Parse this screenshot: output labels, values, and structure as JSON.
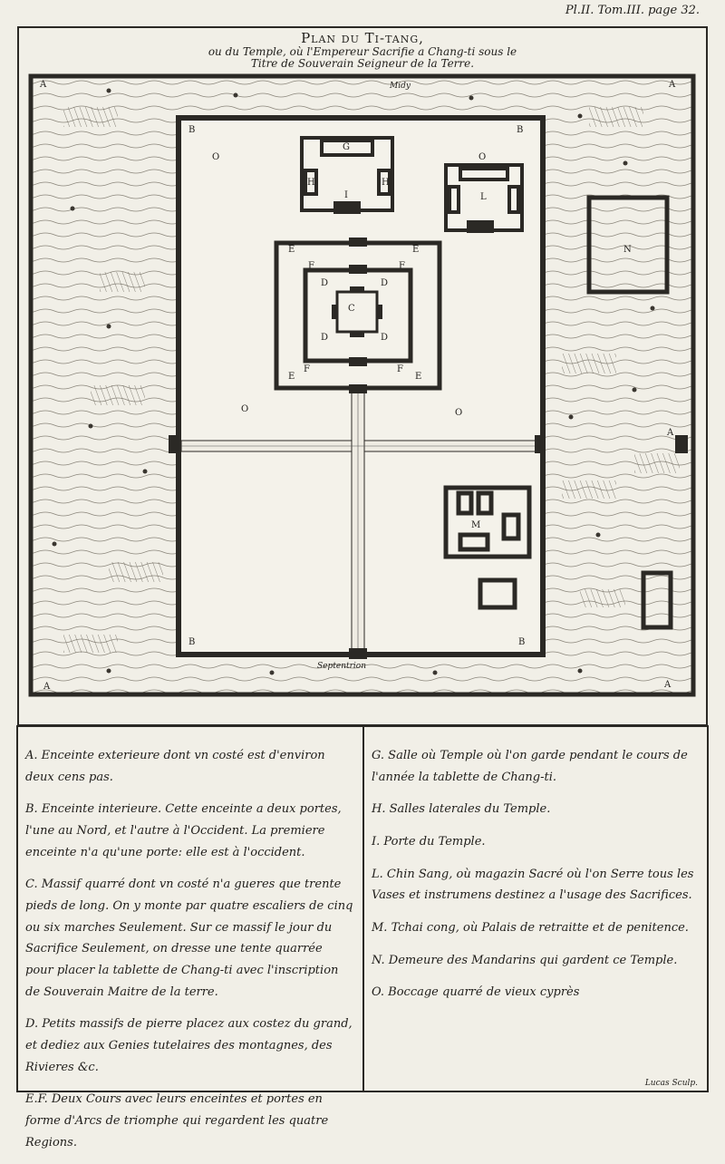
{
  "header": {
    "plate_ref": "Pl.II. Tom.III. page 32."
  },
  "title": {
    "main": "Plan du Ti-tang,",
    "sub1": "ou du Temple, où l'Empereur Sacrifie a Chang-ti sous le",
    "sub2": "Titre de Souverain Seigneur de la Terre."
  },
  "map": {
    "compass_south": "Midy",
    "compass_north": "Septentrion",
    "letters": {
      "a": "A",
      "b": "B",
      "c": "C",
      "d": "D",
      "e": "E",
      "f": "F",
      "g": "G",
      "h": "H",
      "i": "I",
      "l": "L",
      "m": "M",
      "n": "N",
      "o": "O"
    }
  },
  "legend": {
    "left": [
      "A. Enceinte exterieure dont vn costé est d'environ deux cens pas.",
      "B. Enceinte interieure. Cette enceinte a deux portes, l'une au Nord, et l'autre à l'Occident. La premiere enceinte n'a qu'une porte: elle est à l'occident.",
      "C. Massif quarré dont vn costé n'a gueres que trente pieds de long. On y monte par quatre escaliers de cinq ou six marches Seulement. Sur ce massif le jour du Sacrifice Seulement, on dresse une tente quarrée pour placer la tablette de Chang-ti avec l'inscription de Souverain Maitre de la terre.",
      "D. Petits massifs de pierre placez aux costez du grand, et dediez aux Genies tutelaires des montagnes, des Rivieres &c.",
      "E.F. Deux Cours avec leurs enceintes et portes en forme d'Arcs de triomphe qui regardent les quatre Regions."
    ],
    "right": [
      "G. Salle où Temple où l'on garde pendant le cours de l'année la tablette de Chang-ti.",
      "H. Salles laterales du Temple.",
      "I. Porte du Temple.",
      "L. Chin Sang, où magazin Sacré où l'on Serre tous les Vases et instrumens destinez a l'usage des Sacrifices.",
      "M. Tchai cong, où Palais de retraitte et de penitence.",
      "N. Demeure des Mandarins qui gardent ce Temple.",
      "O. Boccage quarré de vieux cyprès"
    ]
  },
  "signature": "Lucas Sculp."
}
